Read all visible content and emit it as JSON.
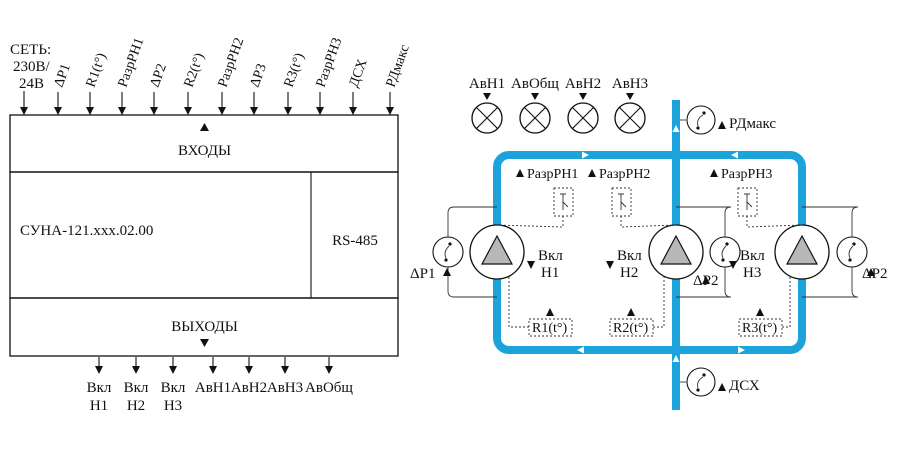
{
  "left_device": {
    "input_labels": [
      "ΔP1",
      "R1(t°)",
      "РазрРН1",
      "ΔP2",
      "R2(t°)",
      "РазрРН2",
      "ΔP3",
      "R3(t°)",
      "РазрРН3",
      "ДСХ",
      "РДмакс"
    ],
    "power_label_lines": [
      "СЕТЬ:",
      "230В/",
      "24В"
    ],
    "inputs_label": "ВХОДЫ",
    "model_label": "СУНА-121.ххх.02.00",
    "interface_label": "RS-485",
    "outputs_label": "ВЫХОДЫ",
    "outputs": [
      {
        "line1": "Вкл",
        "line2": "Н1"
      },
      {
        "line1": "Вкл",
        "line2": "Н2"
      },
      {
        "line1": "Вкл",
        "line2": "Н3"
      },
      {
        "line1": "АвН1",
        "line2": ""
      },
      {
        "line1": "АвН2",
        "line2": ""
      },
      {
        "line1": "АвН3",
        "line2": ""
      },
      {
        "line1": "АвОбщ",
        "line2": ""
      }
    ]
  },
  "right_scheme": {
    "lamps": [
      "АвН1",
      "АвОбщ",
      "АвН2",
      "АвН3"
    ],
    "rd_max_label": "РДмакс",
    "dsh_label": "ДСХ",
    "pump_blocks": [
      {
        "raz_label": "РазрРН1",
        "vkl_label": "Вкл",
        "pump_label": "Н1",
        "r_label": "R1(t°)",
        "dp_label": "ΔP1"
      },
      {
        "raz_label": "РазрРН2",
        "vkl_label": "Вкл",
        "pump_label": "Н2",
        "r_label": "R2(t°)",
        "dp_label": "ΔP2"
      },
      {
        "raz_label": "РазрРН3",
        "vkl_label": "Вкл",
        "pump_label": "Н3",
        "r_label": "R3(t°)",
        "dp_label": "ΔP2"
      }
    ],
    "colors": {
      "pipe": "#1ca3dc",
      "pump_triangle": "#b8b8b8"
    }
  }
}
